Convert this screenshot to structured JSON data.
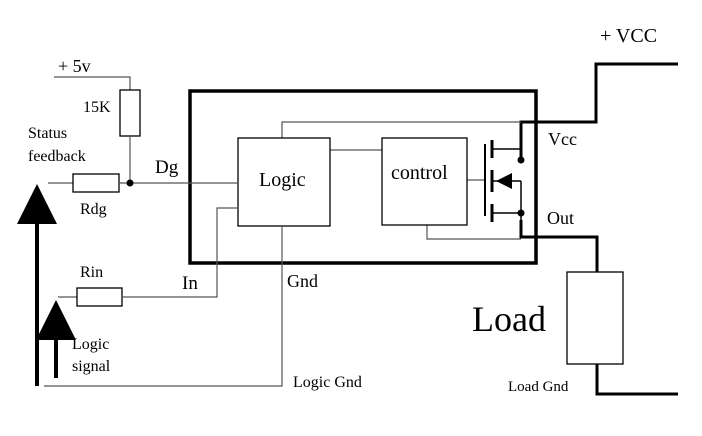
{
  "labels": {
    "vcc_supply": "+ VCC",
    "plus_5v": "+ 5v",
    "resistor_15k": "15K",
    "status_feedback_line1": "Status",
    "status_feedback_line2": "feedback",
    "dg_pin": "Dg",
    "rdg": "Rdg",
    "logic_block": "Logic",
    "control_block": "control",
    "vcc_pin": "Vcc",
    "out_pin": "Out",
    "rin": "Rin",
    "in_pin": "In",
    "gnd_pin": "Gnd",
    "load": "Load",
    "logic_signal_line1": "Logic",
    "logic_signal_line2": "signal",
    "logic_gnd": "Logic Gnd",
    "load_gnd": "Load Gnd"
  }
}
